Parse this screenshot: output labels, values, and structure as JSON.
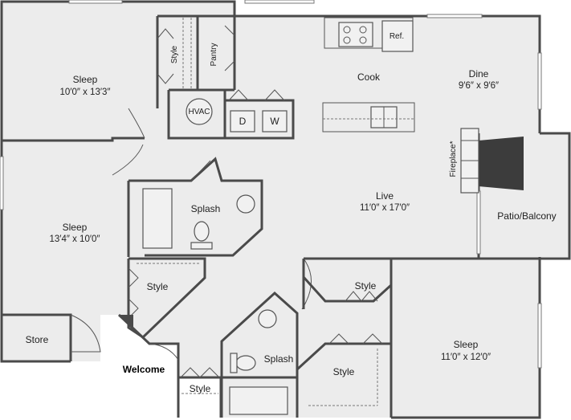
{
  "rooms": {
    "sleep_1": {
      "label": "Sleep",
      "dims": "10′0″ x 13′3″"
    },
    "sleep_2": {
      "label": "Sleep",
      "dims": "13′4″ x 10′0″"
    },
    "sleep_3": {
      "label": "Sleep",
      "dims": "11′0″ x 12′0″"
    },
    "cook": {
      "label": "Cook"
    },
    "dine": {
      "label": "Dine",
      "dims": "9′6″ x 9′6″"
    },
    "live": {
      "label": "Live",
      "dims": "11′0″ x 17′0″"
    },
    "patio": {
      "label": "Patio/Balcony"
    },
    "store": {
      "label": "Store"
    },
    "welcome": {
      "label": "Welcome"
    },
    "splash_1": {
      "label": "Splash"
    },
    "splash_2": {
      "label": "Splash"
    },
    "pantry": {
      "label": "Pantry"
    },
    "hvac": {
      "label": "HVAC"
    },
    "fireplace": {
      "label": "Fireplace*"
    }
  },
  "closets": {
    "style_top": "Style",
    "style_mid_left": "Style",
    "style_bottom_left": "Style",
    "style_mid_right": "Style",
    "style_bottom_right": "Style"
  },
  "appliances": {
    "refrigerator": "Ref.",
    "dryer": "D",
    "washer": "W"
  },
  "colors": {
    "floor": "#ececec",
    "wall": "#4a4a4a",
    "fireplace_fill": "#3c3c3c"
  }
}
